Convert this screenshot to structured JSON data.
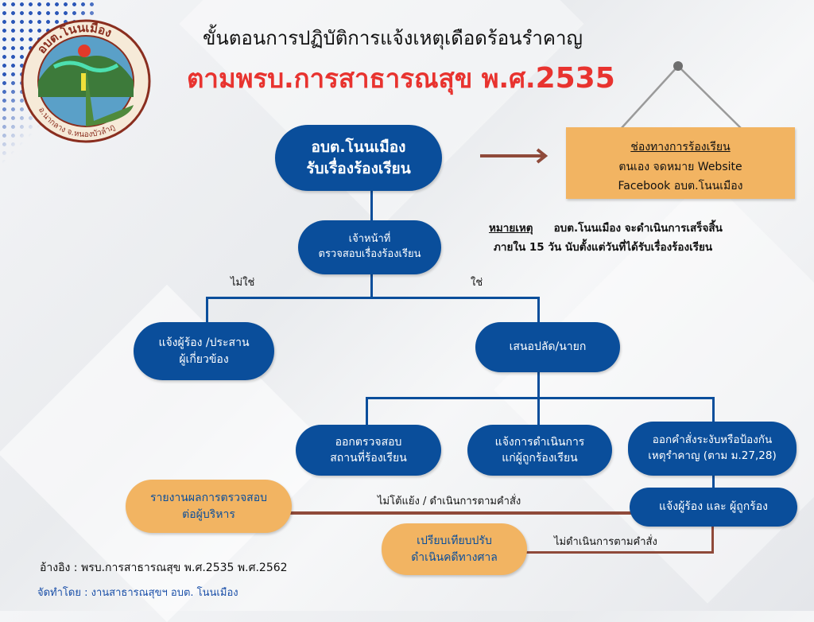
{
  "logo": {
    "top_text": "อบต.โนนเมือง",
    "bottom_text": "อ.นากลาง จ.หนองบัวลำภู"
  },
  "title": {
    "line1": "ขั้นตอนการปฏิบัติการแจ้งเหตุเดือดร้อนรำคาญ",
    "line2_prefix": "ตามพรบ.การสาธารณสุข พ.ศ.",
    "line2_year": "2535"
  },
  "colors": {
    "blue": "#0a4e9b",
    "orange": "#f2b462",
    "red": "#e8332f",
    "brown": "#8f4a3a"
  },
  "sign": {
    "heading": "ช่องทางการร้องเรียน",
    "line1": "ตนเอง จดหมาย Website",
    "line2": "Facebook อบต.โนนเมือง"
  },
  "note": {
    "label": "หมายเหตุ",
    "line1": "อบต.โนนเมือง จะดำเนินการเสร็จสิ้น",
    "line2": "ภายใน 15 วัน นับตั้งแต่วันที่ได้รับเรื่องร้องเรียน"
  },
  "nodes": {
    "receive": [
      "อบต.โนนเมือง",
      "รับเรื่องร้องเรียน"
    ],
    "officer": [
      "เจ้าหน้าที่",
      "ตรวจสอบเรื่องร้องเรียน"
    ],
    "notify_coord": [
      "แจ้งผู้ร้อง /ประสาน",
      "ผู้เกี่ยวข้อง"
    ],
    "propose": [
      "เสนอปลัด/นายก"
    ],
    "inspect": [
      "ออกตรวจสอบ",
      "สถานที่ร้องเรียน"
    ],
    "inform_accused": [
      "แจ้งการดำเนินการ",
      "แก่ผู้ถูกร้องเรียน"
    ],
    "order": [
      "ออกคำสั่งระงับหรือป้องกัน",
      "เหตุรำคาญ (ตาม ม.27,28)"
    ],
    "notify_both": [
      "แจ้งผู้ร้อง และ ผู้ถูกร้อง"
    ],
    "report": [
      "รายงานผลการตรวจสอบ",
      "ต่อผู้บริหาร"
    ],
    "fine": [
      "เปรียบเทียบปรับ",
      "ดำเนินคดีทางศาล"
    ]
  },
  "edges": {
    "no": "ไม่ใช่",
    "yes": "ใช่",
    "comply": "ไม่โต้แย้ง / ดำเนินการตามคำสั่ง",
    "not_comply": "ไม่ดำเนินการตามคำสั่ง"
  },
  "footer": {
    "reference": "อ้างอิง : พรบ.การสาธารณสุข พ.ศ.2535 พ.ศ.2562",
    "made_by": "จัดทำโดย : งานสาธารณสุขฯ อบต. โนนเมือง"
  }
}
